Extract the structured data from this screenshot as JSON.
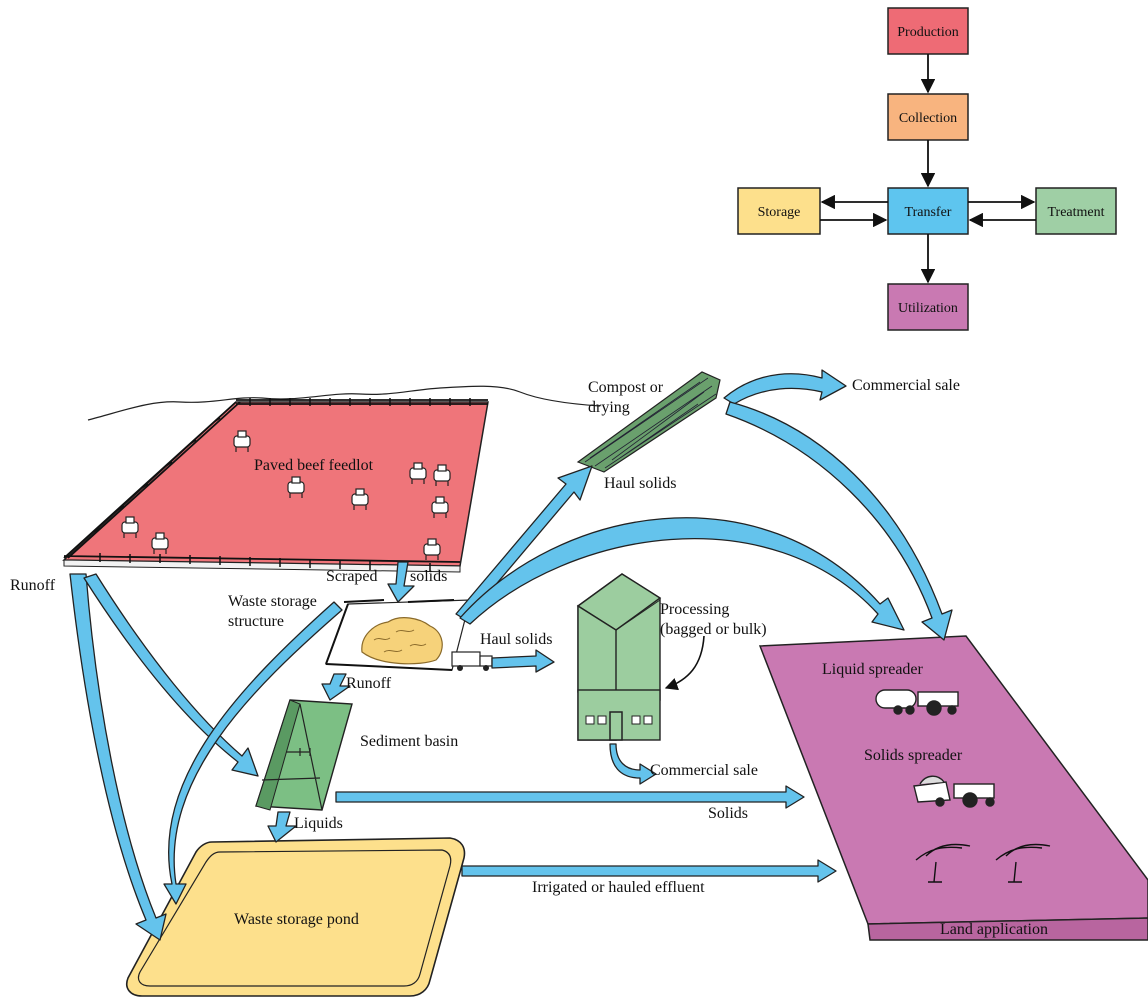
{
  "flow": {
    "production": "Production",
    "collection": "Collection",
    "transfer": "Transfer",
    "storage": "Storage",
    "treatment": "Treatment",
    "utilization": "Utilization"
  },
  "colors": {
    "production": "#ee6b75",
    "collection": "#f8b47f",
    "transfer": "#5ec5ef",
    "storage": "#fde08c",
    "treatment": "#9fcfa5",
    "utilization": "#c979b2",
    "feedlot": "#ef757a",
    "pond": "#fde08c",
    "building": "#9ccd9f",
    "field": "#c979b2",
    "arrow": "#64c3ec"
  },
  "labels": {
    "compost": "Compost or",
    "drying": "drying",
    "commercial_sale_top": "Commercial sale",
    "haul_solids_top": "Haul solids",
    "feedlot": "Paved beef feedlot",
    "scraped": "Scraped",
    "solids": "solids",
    "runoff_left": "Runoff",
    "waste_storage": "Waste storage",
    "structure": "structure",
    "haul_solids_mid": "Haul solids",
    "processing": "Processing",
    "bagged": "(bagged or bulk)",
    "runoff_mid": "Runoff",
    "sediment_basin": "Sediment basin",
    "commercial_sale_mid": "Commercial sale",
    "liquids": "Liquids",
    "solids_arrow": "Solids",
    "liquid_spreader": "Liquid spreader",
    "solids_spreader": "Solids spreader",
    "irrigated": "Irrigated or hauled effluent",
    "waste_pond": "Waste storage pond",
    "land_application": "Land application"
  }
}
